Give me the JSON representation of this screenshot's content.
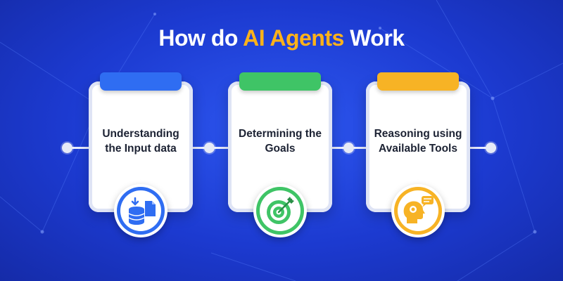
{
  "title": {
    "prefix": "How do ",
    "highlight": "AI Agents",
    "suffix": " Work"
  },
  "colors": {
    "background": "#1f3fd6",
    "highlight": "#ffb21a",
    "step1": "#2f6df2",
    "step2": "#3fc466",
    "step3": "#f7b325"
  },
  "steps": [
    {
      "label": "Understanding the Input data",
      "icon": "database-document-icon"
    },
    {
      "label": "Determining the Goals",
      "icon": "target-arrow-icon"
    },
    {
      "label": "Reasoning using Available Tools",
      "icon": "head-speech-icon"
    }
  ]
}
